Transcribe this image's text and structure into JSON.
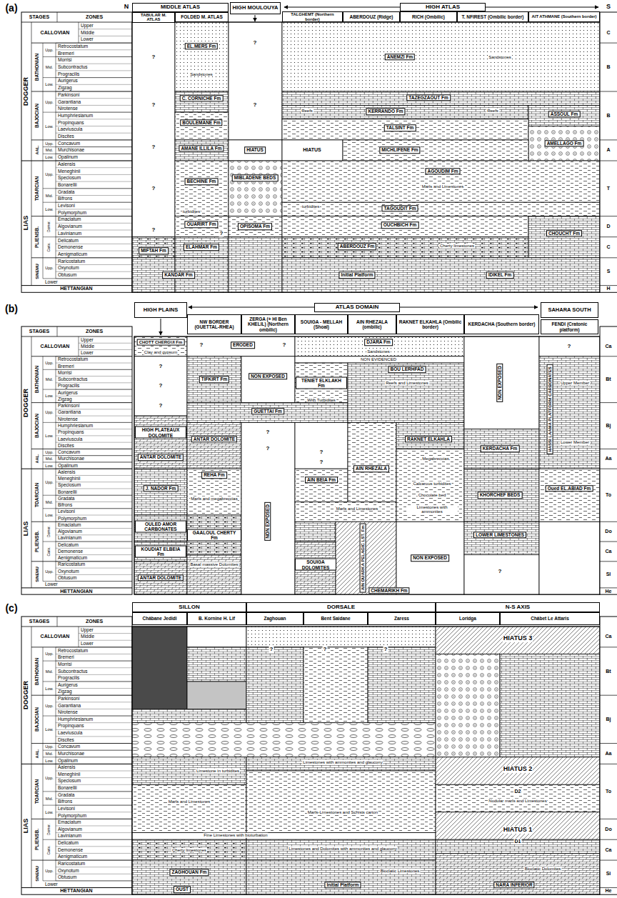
{
  "diagram": {
    "nodes": [
      {
        "text": [
          "MIDDLE ATLAS"
        ]
      },
      {
        "text": [
          "TABULAR M. ATLAS"
        ]
      },
      {
        "text": [
          "FOLDED M. ATLAS"
        ]
      },
      {
        "text": [
          "HIGH MOULOUYA"
        ]
      },
      {
        "text": [
          "HIGH ATLAS"
        ]
      },
      {
        "text": [
          "TALGHEMT (Northern border)"
        ]
      },
      {
        "text": [
          "ABERDOUZ (Ridge)"
        ]
      },
      {
        "text": [
          "RICH (Ombilic)"
        ]
      },
      {
        "text": [
          "T. NFIREST (Ombilic border)"
        ]
      },
      {
        "text": [
          "AIT ATHMANE (Southern border)"
        ]
      },
      {
        "text": [
          "EL.MERS Fm"
        ]
      },
      {
        "text": [
          "C. CORNICHE Fm"
        ]
      },
      {
        "text": [
          "BOULEMANE Fm"
        ]
      },
      {
        "text": [
          "AMANE ILLILA Fm"
        ]
      },
      {
        "text": [
          "BECHINE Fm"
        ]
      },
      {
        "text": [
          "OUARIRT Fm"
        ]
      },
      {
        "text": [
          "MIFTAH Fm"
        ]
      },
      {
        "text": [
          "ELAHMAR Fm"
        ]
      },
      {
        "text": [
          "KANDAR Fm"
        ]
      },
      {
        "text": [
          "HIATUS"
        ]
      },
      {
        "text": [
          "MIBLADENE BEDS"
        ]
      },
      {
        "text": [
          "OPISOMA Fm"
        ]
      },
      {
        "text": [
          "ANEMZI Fm"
        ]
      },
      {
        "text": [
          "TAZEGZAOUT Fm"
        ]
      },
      {
        "text": [
          "KERRANDO Fm"
        ]
      },
      {
        "text": [
          "ASSOUL Fm"
        ]
      },
      {
        "text": [
          "TALSINT Fm"
        ]
      },
      {
        "text": [
          "MICHLIFENE Fm"
        ]
      },
      {
        "text": [
          "AMELLAGO Fm"
        ]
      },
      {
        "text": [
          "AGOUDIM Fm"
        ]
      },
      {
        "text": [
          "TAGOUDIT Fm"
        ]
      },
      {
        "text": [
          "OUCHBICH Fm"
        ]
      },
      {
        "text": [
          "CHOUCHT Fm"
        ]
      },
      {
        "text": [
          "ABERDOUZ Fm"
        ]
      },
      {
        "text": [
          "Initial Platform"
        ]
      },
      {
        "text": [
          "IDIKEL Fm"
        ]
      },
      {
        "text": [
          "HIGH PLAINS"
        ]
      },
      {
        "text": [
          "ATLAS DOMAIN"
        ]
      },
      {
        "text": [
          "SAHARA SOUTH"
        ]
      },
      {
        "text": [
          "NW BORDER (GUETTAL-RHEA)"
        ]
      },
      {
        "text": [
          "ZERGA (+ HI Ben KHELIL) (Northern ombilic)"
        ]
      },
      {
        "text": [
          "SOUIGA - MELLAH (Shoal)"
        ]
      },
      {
        "text": [
          "AIN RHEZALA (ombilic)"
        ]
      },
      {
        "text": [
          "RAKNET ELKAHLA (Ombilic border)"
        ]
      },
      {
        "text": [
          "KERDACHA (Southern border)"
        ]
      },
      {
        "text": [
          "FENDI (Cratonic platform)"
        ]
      },
      {
        "text": [
          "CHOTT CHERGUI Fm"
        ]
      },
      {
        "text": [
          "HIGH PLATEAUX DOLOMITE"
        ]
      },
      {
        "text": [
          "ANTAR DOLOMITE"
        ]
      },
      {
        "text": [
          "J. NADOR Fm"
        ]
      },
      {
        "text": [
          "OULED AMOR CARBONATES"
        ]
      },
      {
        "text": [
          "KOUDIAT ELBEIA Fm"
        ]
      },
      {
        "text": [
          "ANTAR DOLOMITE"
        ]
      },
      {
        "text": [
          "ERODED"
        ]
      },
      {
        "text": [
          "TIFKIRT Fm"
        ]
      },
      {
        "text": [
          "NON EXPOSED"
        ]
      },
      {
        "text": [
          "GUETTAI Fm"
        ]
      },
      {
        "text": [
          "ANTAR DOLOMITE"
        ]
      },
      {
        "text": [
          "REHA Fm"
        ]
      },
      {
        "text": [
          "GAALOUL CHERTY Fm"
        ]
      },
      {
        "text": [
          "NON EXPOSED"
        ]
      },
      {
        "text": [
          "DJARA Fm"
        ]
      },
      {
        "text": [
          "BOU LERHFAD"
        ]
      },
      {
        "text": [
          "TENIET ELKLAKH Fm"
        ]
      },
      {
        "text": [
          "AIN BEIA Fm"
        ]
      },
      {
        "text": [
          "AIN RHEZALA"
        ]
      },
      {
        "text": [
          "RAKNET ELKAHLA"
        ]
      },
      {
        "text": [
          "SOUIGA DOLOMITES"
        ]
      },
      {
        "text": [
          "AIN OUARKA PELAGIC LST. Fm"
        ]
      },
      {
        "text": [
          "CHEMARIKH Fm"
        ]
      },
      {
        "text": [
          "NON EXPOSED"
        ]
      },
      {
        "text": [
          "NON EXPOSED"
        ]
      },
      {
        "text": [
          "KERDACHA Fm"
        ]
      },
      {
        "text": [
          "KHORCHEF BEDS"
        ]
      },
      {
        "text": [
          "LOWER LIMESTONES"
        ]
      },
      {
        "text": [
          "HASSI LAAMA PLATFORM CARBONATES"
        ]
      },
      {
        "text": [
          "Oued EL.ABIAD Fm"
        ]
      },
      {
        "text": [
          "SILLON"
        ]
      },
      {
        "text": [
          "Châbane Jedidi"
        ]
      },
      {
        "text": [
          "B. Kornine H. Lif"
        ]
      },
      {
        "text": [
          "DORSALE"
        ]
      },
      {
        "text": [
          "Zaghouan"
        ]
      },
      {
        "text": [
          "Bent Saidane"
        ]
      },
      {
        "text": [
          "Zaress"
        ]
      },
      {
        "text": [
          "N-S AXIS"
        ]
      },
      {
        "text": [
          "Loridga"
        ]
      },
      {
        "text": [
          "Châbet Le Attaris"
        ]
      },
      {
        "text": [
          "ZAGHOUAN Fm"
        ]
      },
      {
        "text": [
          "OUST"
        ]
      },
      {
        "text": [
          "Initial Platform"
        ]
      },
      {
        "text": [
          "NARA INFERIOR"
        ]
      }
    ],
    "labels": [
      "(a)",
      "N",
      "S",
      "STAGES",
      "ZONES",
      "DOGGER",
      "LIAS",
      "CALLOVIAN",
      "Upper",
      "Middle",
      "Lower",
      "BATHONIAN",
      "Upp.",
      "Retrocostatum",
      "Bremeri",
      "Mid.",
      "Morrisi",
      "Subcontractus",
      "Progracilis",
      "Low.",
      "Aurigerus",
      "Zigzag",
      "BAJOCIAN",
      "Upp.",
      "Parkinsoni",
      "Garantiana",
      "Nirotense",
      "Low.",
      "Humphriesianum",
      "Propinquans",
      "Laeviuscula",
      "Discites",
      "AAL.",
      "Upp.",
      "Concavum",
      "Mid.",
      "Murchisonae",
      "Low.",
      "Opalinum",
      "TOARCIAN",
      "Upp.",
      "Aalensis",
      "Meneghinii",
      "Speciosum",
      "Bonarellii",
      "Mid.",
      "Gradata",
      "Bifrons",
      "Low.",
      "Levisoni",
      "Polymorphum",
      "PLIENSB.",
      "Domer.",
      "Emaciatum",
      "Algovianum",
      "Lavinianum",
      "Carix.",
      "Delicatum",
      "Demonense",
      "Aenigmaticum",
      "SINEMU",
      "Upp.",
      "Raricostatum",
      "Oxynotum",
      "Obtusum",
      "Lower",
      "HETTANGIAN",
      "C",
      "B",
      "B",
      "A",
      "T",
      "D",
      "C",
      "S",
      "H",
      "?",
      "?",
      "?",
      "?",
      "?",
      "?",
      "?",
      "?",
      "Sandstones",
      "Sandstones",
      "Reefs",
      "Reefs",
      "HIATUS",
      "Marls and Limestones",
      "turbidites",
      "turbidites",
      "Cherty limestones",
      "(b)",
      "STAGES",
      "ZONES",
      "DOGGER",
      "LIAS",
      "CALLOVIAN",
      "Upper",
      "Middle",
      "Lower",
      "BATHONIAN",
      "Upp.",
      "Retrocostatum",
      "Bremeri",
      "Mid.",
      "Morrisi",
      "Subcontractus",
      "Progracilis",
      "Low.",
      "Aurigerus",
      "Zigzag",
      "BAJOCIAN",
      "Upp.",
      "Parkinsoni",
      "Garantiana",
      "Nirotense",
      "Low.",
      "Humphriesianum",
      "Propinquans",
      "Laeviuscula",
      "Discites",
      "AAL.",
      "Upp.",
      "Concavum",
      "Mid.",
      "Murchisonae",
      "Low.",
      "Opalinum",
      "TOARCIAN",
      "Upp.",
      "Aalensis",
      "Meneghinii",
      "Speciosum",
      "Bonarellii",
      "Mid.",
      "Gradata",
      "Bifrons",
      "Low.",
      "Levisoni",
      "Polymorphum",
      "PLIENSB.",
      "Domer.",
      "Emaciatum",
      "Algovianum",
      "Lavinianum",
      "Carix.",
      "Delicatum",
      "Demonense",
      "Aenigmaticum",
      "SINEMU",
      "Upp.",
      "Raricostatum",
      "Oxynotum",
      "Obtusum",
      "Lower",
      "HETTANGIAN",
      "Ca",
      "Bt",
      "Bj",
      "Aa",
      "To",
      "Do",
      "Ca",
      "Sl",
      "He",
      "Clay and gypsum",
      "?",
      "?",
      "?",
      "?",
      "?",
      "?",
      "?",
      "?",
      "?",
      "?",
      "?",
      "Marls and megabreccias",
      "Basal massive Dolomites",
      "Sandstones",
      "NON EVIDENCED",
      "Reefs and Limestones",
      "With Turbidites",
      "Marls and Limestones",
      "Megabreccias",
      "Calcarous turbidites",
      "Chocolate bed",
      "Limestones with ammonites",
      "Upper Member",
      "Lower Member",
      "(c)",
      "STAGES",
      "ZONES",
      "DOGGER",
      "LIAS",
      "CALLOVIAN",
      "Upper",
      "Middle",
      "Lower",
      "BATHONIAN",
      "Upp.",
      "Retrocostatum",
      "Bremeri",
      "Mid.",
      "Morrisi",
      "Subcontractus",
      "Progracilis",
      "Low.",
      "Aurigerus",
      "Zigzag",
      "BAJOCIAN",
      "Upp.",
      "Parkinsoni",
      "Garantiana",
      "Nirotense",
      "Low.",
      "Humphriesianum",
      "Propinquans",
      "Laeviuscula",
      "Discites",
      "AAL.",
      "Upp.",
      "Concavum",
      "Mid.",
      "Murchisonae",
      "Low.",
      "Opalinum",
      "TOARCIAN",
      "Upp.",
      "Aalensis",
      "Meneghinii",
      "Speciosum",
      "Bonarellii",
      "Mid.",
      "Gradata",
      "Bifrons",
      "Low.",
      "Levisoni",
      "Polymorphum",
      "PLIENSB.",
      "Domer.",
      "Emaciatum",
      "Algovianum",
      "Lavinianum",
      "Carix.",
      "Delicatum",
      "Demonense",
      "Aenigmaticum",
      "SINEMU",
      "Upp.",
      "Raricostatum",
      "Oxynotum",
      "Obtusum",
      "Lower",
      "HETTANGIAN",
      "Ca",
      "Bt",
      "Bj",
      "Aa",
      "To",
      "Do",
      "Ca",
      "Si",
      "He",
      "?",
      "?",
      "?",
      "Limestone in turbidites",
      "Marls and Limestones",
      "Limestones with ammonites and glaucony",
      "Marls-Limestones and Schists carton",
      "Fine Limestones with bioturbation",
      "Cherty limestones",
      "Limestones and Dolomites with ammonites and glaucony",
      "Bioclatic Limestones",
      "HIATUS 3",
      "HIATUS 2",
      "D2",
      "Nodular marls and Limestones",
      "HIATUS 1",
      "D1",
      "Bioclatic Dolomites"
    ]
  }
}
